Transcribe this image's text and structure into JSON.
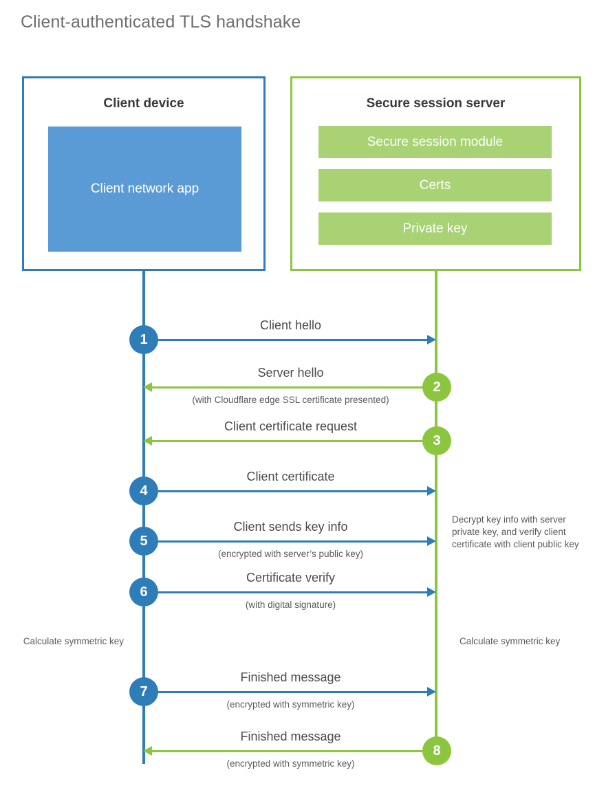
{
  "title": "Client-authenticated TLS handshake",
  "colors": {
    "client_blue": "#2e7cb8",
    "client_app_fill": "#5b9bd5",
    "server_green": "#8cc63e",
    "server_bar_fill": "#a9d275",
    "text_gray": "#4a4a4a",
    "title_gray": "#6e6e6e"
  },
  "actors": {
    "client": {
      "title": "Client device",
      "app_label": "Client network app"
    },
    "server": {
      "title": "Secure session server",
      "bars": [
        {
          "label": "Secure session module"
        },
        {
          "label": "Certs"
        },
        {
          "label": "Private key"
        }
      ]
    }
  },
  "steps": [
    {
      "number": "1",
      "label": "Client hello",
      "sublabel": "",
      "direction": "right",
      "color": "blue"
    },
    {
      "number": "2",
      "label": "Server hello",
      "sublabel": "(with Cloudflare edge SSL certificate presented)",
      "direction": "left",
      "color": "green"
    },
    {
      "number": "3",
      "label": "Client certificate request",
      "sublabel": "",
      "direction": "left",
      "color": "green"
    },
    {
      "number": "4",
      "label": "Client certificate",
      "sublabel": "",
      "direction": "right",
      "color": "blue"
    },
    {
      "number": "5",
      "label": "Client sends key info",
      "sublabel": "(encrypted with server’s public key)",
      "direction": "right",
      "color": "blue"
    },
    {
      "number": "6",
      "label": "Certificate verify",
      "sublabel": "(with digital signature)",
      "direction": "right",
      "color": "blue"
    },
    {
      "number": "7",
      "label": "Finished message",
      "sublabel": "(encrypted with symmetric key)",
      "direction": "right",
      "color": "blue"
    },
    {
      "number": "8",
      "label": "Finished message",
      "sublabel": "(encrypted with symmetric key)",
      "direction": "left",
      "color": "green"
    }
  ],
  "notes": {
    "decrypt": "Decrypt key info with server private key, and verify client certificate with client public key",
    "calculate_left": "Calculate symmetric key",
    "calculate_right": "Calculate symmetric key"
  }
}
